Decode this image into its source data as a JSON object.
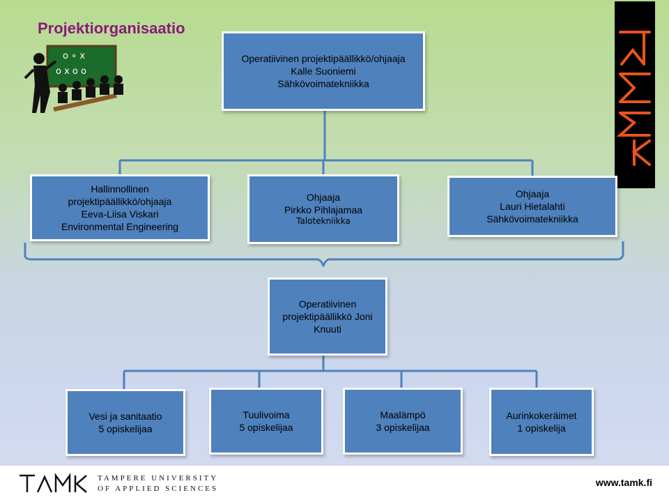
{
  "title": "Projektiorganisaatio",
  "boxes": {
    "top": {
      "line1": "Operatiivinen projektipäällikkö/ohjaaja",
      "line2": "Kalle Suoniemi",
      "line3": "Sähkövoimatekniikka"
    },
    "mid_left": {
      "line1": "Hallinnollinen",
      "line2": "projektipäällikkö/ohjaaja",
      "line3": "Eeva-Liisa Viskari",
      "line4": "Environmental Engineering"
    },
    "mid_center": {
      "line1": "Ohjaaja",
      "line2": "Pirkko Pihlajamaa",
      "line3": "Talotekniikka"
    },
    "mid_right": {
      "line1": "Ohjaaja",
      "line2": "Lauri Hietalahti",
      "line3": "Sähkövoimatekniikka"
    },
    "lower": {
      "line1": "Operatiivinen",
      "line2": "projektipäällikkö Joni",
      "line3": "Knuuti"
    },
    "teams": [
      {
        "line1": "Vesi ja sanitaatio",
        "line2": "5 opiskelijaa"
      },
      {
        "line1": "Tuulivoima",
        "line2": "5 opiskelijaa"
      },
      {
        "line1": "Maalämpö",
        "line2": "3 opiskelijaa"
      },
      {
        "line1": "Aurinkokeräimet",
        "line2": "1 opiskelija"
      }
    ]
  },
  "footer": {
    "logo_line1": "TAMPERE UNIVERSITY",
    "logo_line2": "OF APPLIED SCIENCES",
    "url": "www.tamk.fi"
  },
  "colors": {
    "box": "#4f81bd",
    "title": "#8a1a7a",
    "lines": "#4f81bd"
  }
}
